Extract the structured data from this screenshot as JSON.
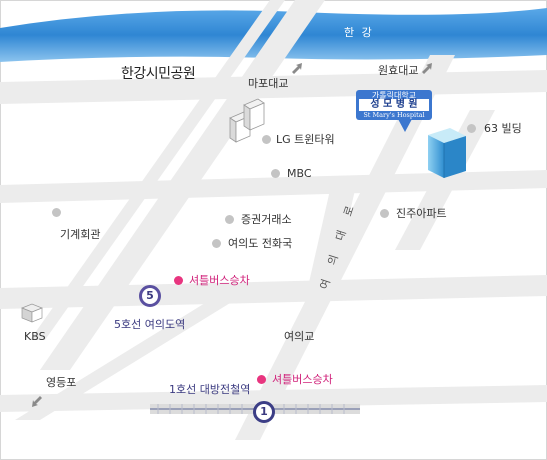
{
  "river": {
    "label": "한 강"
  },
  "park": {
    "label": "한강시민공원"
  },
  "bridges": {
    "mapo": "마포대교",
    "wonhyo": "원효대교"
  },
  "hospital": {
    "line1": "가톨릭대학교",
    "line2": "성 모 병 원",
    "line3": "St Mary's Hospital"
  },
  "landmarks": {
    "building63": "63 빌딩",
    "lg_twin": "LG 트윈타워",
    "mbc": "MBC",
    "exchange": "증권거래소",
    "jinju": "진주아파트",
    "yeouido_telecom": "여의도 전화국",
    "gigye": "기계회관",
    "kbs": "KBS",
    "yeouigyo": "여의교",
    "yeongdeungpo": "영등포"
  },
  "road": {
    "label": "여 의 대 로"
  },
  "shuttles": {
    "top": "셔틀버스승차",
    "bottom": "셔틀버스승차"
  },
  "stations": {
    "line5_number": "5",
    "line5_name": "5호선 여의도역",
    "line1_number": "1",
    "line1_name": "1호선 대방전철역"
  },
  "colors": {
    "river": "#3a8fd8",
    "road": "#ebebeb",
    "building_blue": "#45a8e0",
    "shuttle_dot": "#e8357f",
    "hospital_sign": "#3c77cf",
    "line5": "#5a50a0",
    "line1": "#3c3e86"
  },
  "icons": [
    "arrow-up-right-icon",
    "arrow-down-left-icon",
    "building-icon",
    "subway-line5-icon",
    "subway-line1-icon",
    "railway-track-icon"
  ]
}
